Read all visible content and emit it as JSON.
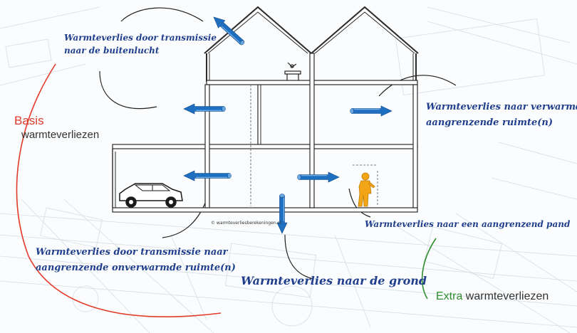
{
  "labels": {
    "outside_air": [
      "Warmteverlies door transmissie",
      "naar de buitenlucht"
    ],
    "heated_rooms": [
      "Warmteverlies naar verwarmde",
      "aangrenzende ruimte(n)"
    ],
    "adjacent_building": "Warmteverlies naar een aangrenzend pand",
    "unheated_rooms": [
      "Warmteverlies door transmissie naar",
      "aangrenzende onverwarmde ruimte(n)"
    ],
    "ground": "Warmteverlies naar de grond"
  },
  "categories": {
    "basis_word": "Basis",
    "basis_rest": "warmteverliezen",
    "extra_word": "Extra",
    "extra_rest": "warmteverliezen"
  },
  "copyright": "© warmteverliesberekeningen.nl",
  "colors": {
    "label_text": "#1f3f8c",
    "arrow": "#1f6fc0",
    "basis": "#e23b2a",
    "extra": "#2f8f2f",
    "person": "#f2a516",
    "building": "#2b2b2b"
  },
  "icons": [
    "car-icon",
    "person-icon",
    "desk-chair-icon",
    "arrow-icon"
  ]
}
